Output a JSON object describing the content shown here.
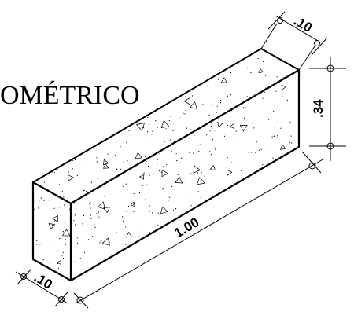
{
  "drawing": {
    "title_fragment": "OMÉTRICO",
    "dimensions": {
      "top_width": ".10",
      "height": ".34",
      "length": "1.00",
      "bottom_width": ".10"
    },
    "colors": {
      "ink": "#000000",
      "background": "#ffffff"
    }
  }
}
